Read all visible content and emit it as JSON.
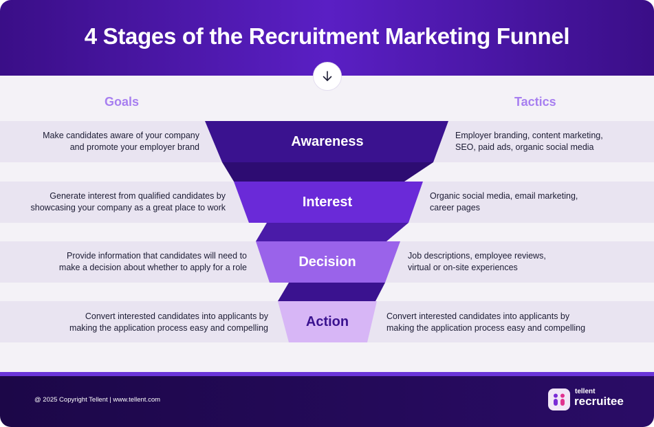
{
  "title": "4 Stages of the Recruitment Marketing Funnel",
  "columns": {
    "goals": "Goals",
    "tactics": "Tactics"
  },
  "stages": [
    {
      "name": "Awareness",
      "goal_lines": [
        "Make candidates aware of your company",
        "and promote your employer brand"
      ],
      "tactic_lines": [
        "Employer branding, content marketing,",
        "SEO, paid ads, organic social media"
      ],
      "color": "#3a128f",
      "text_color": "#ffffff"
    },
    {
      "name": "Interest",
      "goal_lines": [
        "Generate interest from qualified candidates by",
        "showcasing your company as a great place to work"
      ],
      "tactic_lines": [
        "Organic social media, email marketing,",
        "career pages"
      ],
      "color": "#6a2ad8",
      "text_color": "#ffffff"
    },
    {
      "name": "Decision",
      "goal_lines": [
        "Provide information that candidates will need to",
        "make a decision about whether to apply for a role"
      ],
      "tactic_lines": [
        "Job descriptions, employee reviews,",
        "virtual or on-site experiences"
      ],
      "color": "#9a63ea",
      "text_color": "#ffffff"
    },
    {
      "name": "Action",
      "goal_lines": [
        "Convert interested candidates into applicants by",
        "making the application process easy and compelling"
      ],
      "tactic_lines": [
        "Convert interested candidates into applicants by",
        "making the application process easy and compelling"
      ],
      "color": "#d7b6f6",
      "text_color": "#3a128f"
    }
  ],
  "footer": {
    "copyright": "@ 2025 Copyright Tellent | www.tellent.com",
    "brand_top": "tellent",
    "brand_bottom": "recruitee"
  },
  "colors": {
    "header": "#4a16a8",
    "accent": "#a77ff0",
    "connector": "#2d0c72",
    "footer": "#1c0748"
  },
  "icons": {
    "down_arrow": "arrow-down-icon",
    "logo": "recruitee-logo-icon"
  }
}
